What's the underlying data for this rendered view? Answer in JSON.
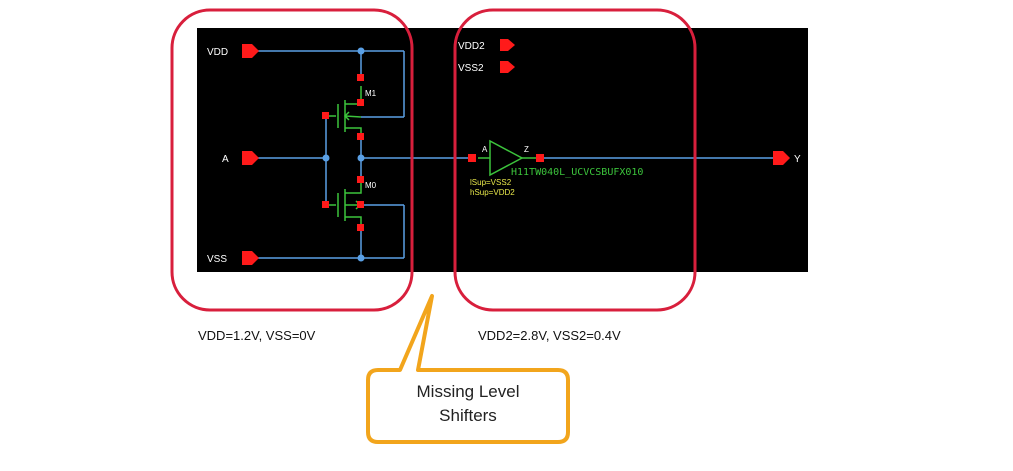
{
  "left_domain": {
    "ports": {
      "vdd": "VDD",
      "a": "A",
      "vss": "VSS"
    },
    "transistors": {
      "top": "M1",
      "bottom": "M0"
    },
    "caption": "VDD=1.2V, VSS=0V"
  },
  "right_domain": {
    "ports": {
      "vdd2": "VDD2",
      "vss2": "VSS2",
      "y": "Y"
    },
    "buffer": {
      "pin_in": "A",
      "pin_out": "Z",
      "cell_name": "H11TW040L_UCVCSBUFX010",
      "prop_lsup": "lSup=VSS2",
      "prop_hsup": "hSup=VDD2"
    },
    "caption": "VDD2=2.8V, VSS2=0.4V"
  },
  "callout": {
    "line1": "Missing Level",
    "line2": "Shifters"
  },
  "colors": {
    "schematic_bg": "#000000",
    "wire": "#5aa0e6",
    "device": "#3cc43c",
    "pin": "#ff1a1a",
    "highlight": "#d81f3c",
    "callout_border": "#f2a51c",
    "property_text": "#e8e84a"
  }
}
